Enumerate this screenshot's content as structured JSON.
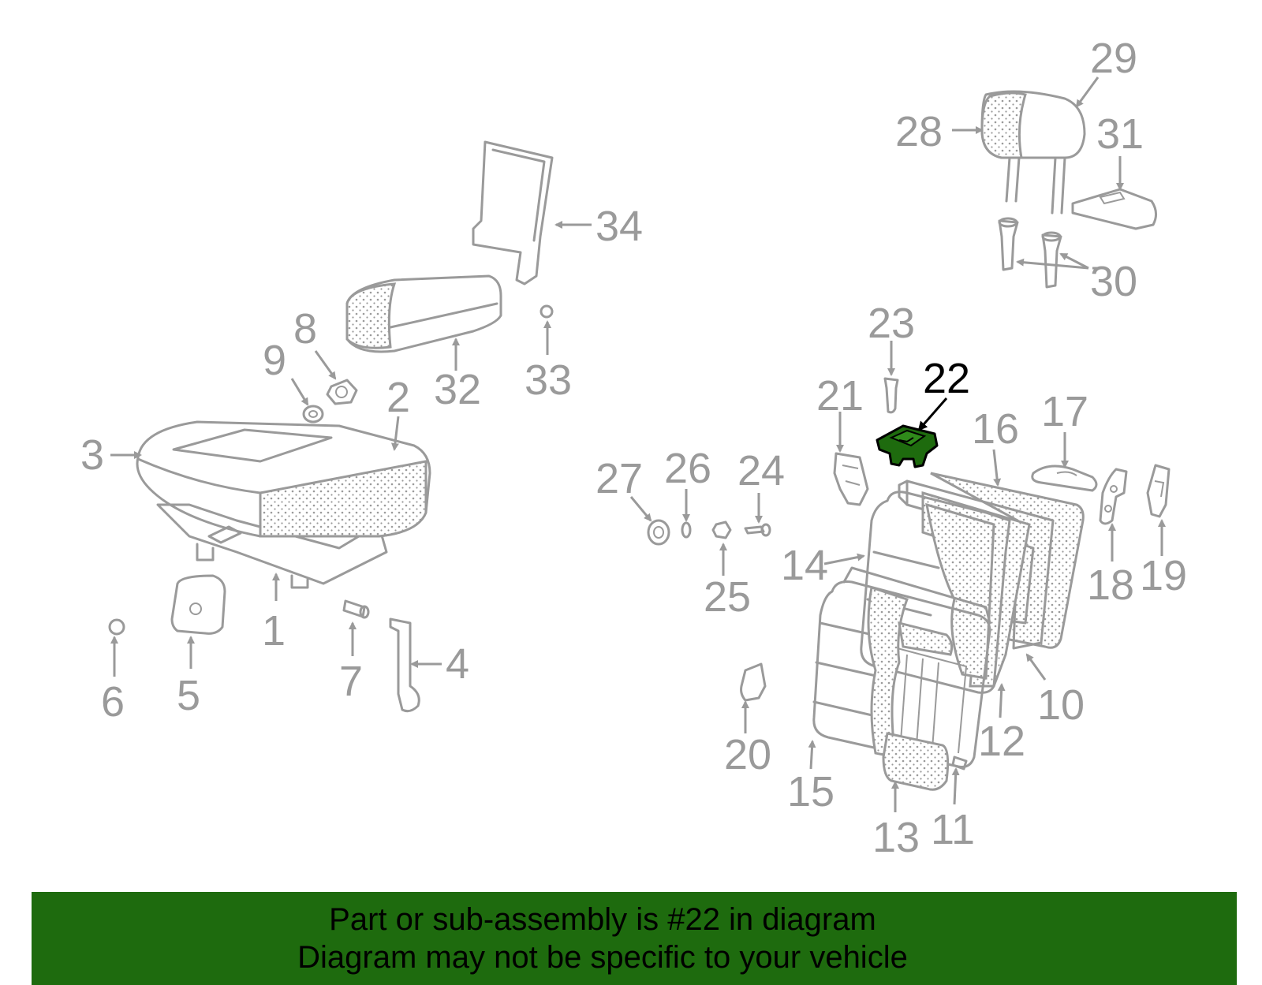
{
  "highlight_color": "#1e6b0e",
  "highlighted_part": "22",
  "callouts": [
    "1",
    "2",
    "3",
    "4",
    "5",
    "6",
    "7",
    "8",
    "9",
    "10",
    "11",
    "12",
    "13",
    "14",
    "15",
    "16",
    "17",
    "18",
    "19",
    "20",
    "21",
    "22",
    "23",
    "24",
    "25",
    "26",
    "27",
    "28",
    "29",
    "30",
    "31",
    "32",
    "33",
    "34"
  ],
  "banner": {
    "line1": "Part or sub-assembly is #22 in diagram",
    "line2": "Diagram may not be specific to your vehicle"
  }
}
